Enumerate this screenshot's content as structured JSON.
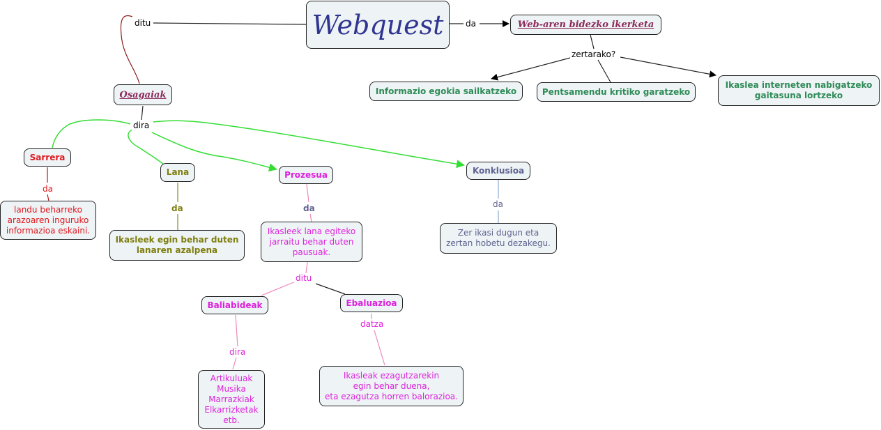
{
  "colors": {
    "background": "#ffffff",
    "node_fill": "#eef3f5",
    "node_border": "#222222",
    "title_blue": "#2f3590",
    "title_maroon": "#8b2a5a",
    "green_text": "#2e8b57",
    "red": "#e0181e",
    "olive": "#7f7f10",
    "magenta": "#dd22dd",
    "slate": "#5f6390",
    "green_link": "#33dd33",
    "maroon_link": "#8b1a1a",
    "pink_link": "#ee88bb",
    "blue_link": "#88aacc"
  },
  "nodes": {
    "webquest": "Webquest",
    "web_research": "Web-aren bidezko ikerketa",
    "info_sort": "Informazio egokia sailkatzeko",
    "critical_thinking": "Pentsamendu kritiko garatzeko",
    "navigation": "Ikaslea interneten nabigatzeko\ngaitasuna lortzeko",
    "osagaiak": "Osagaiak",
    "sarrera": "Sarrera",
    "lana": "Lana",
    "prozesua": "Prozesua",
    "konklusioa": "Konklusioa",
    "sarrera_desc": "landu beharreko\narazoaren inguruko\ninformazioa eskaini.",
    "lana_desc": "Ikasleek egin behar duten\nlanaren azalpena",
    "prozesua_desc": "Ikasleek lana egiteko\njarraitu behar duten\npausuak.",
    "konklusioa_desc": "Zer ikasi dugun eta\nzertan hobetu dezakegu.",
    "baliabideak": "Baliabideak",
    "ebaluazioa": "Ebaluazioa",
    "baliabideak_desc": "Artikuluak\nMusika\nMarrazkiak\nElkarrizketak\netb.",
    "ebaluazioa_desc": "Ikasleak ezagutzarekin\negin behar duena,\neta ezagutza horren balorazioa."
  },
  "links": {
    "ditu_top": "ditu",
    "da_top": "da",
    "zertarako": "zertarako?",
    "dira_main": "dira",
    "da_sarrera": "da",
    "da_lana": "da",
    "da_prozesua": "da",
    "da_konklusioa": "da",
    "ditu_prozesua": "ditu",
    "dira_baliabideak": "dira",
    "datza_ebaluazioa": "datza"
  }
}
